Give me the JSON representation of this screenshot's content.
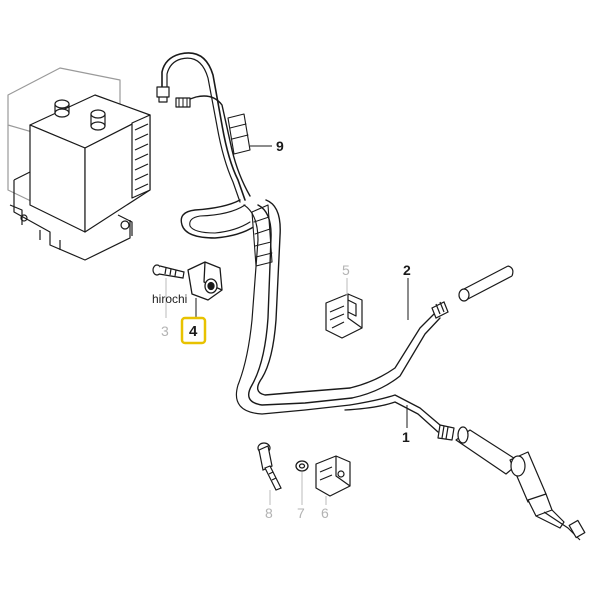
{
  "watermark": "hirochi",
  "parts": [
    {
      "key": "p1",
      "number": "1"
    },
    {
      "key": "p2",
      "number": "2"
    },
    {
      "key": "p3",
      "number": "3"
    },
    {
      "key": "p4",
      "number": "4",
      "highlighted": true
    },
    {
      "key": "p5",
      "number": "5"
    },
    {
      "key": "p6",
      "number": "6"
    },
    {
      "key": "p7",
      "number": "7"
    },
    {
      "key": "p8",
      "number": "8"
    },
    {
      "key": "p9",
      "number": "9"
    }
  ],
  "colors": {
    "line": "#1a1a1a",
    "ghost": "#bbbbbb",
    "highlight_box": "#e8c200"
  }
}
